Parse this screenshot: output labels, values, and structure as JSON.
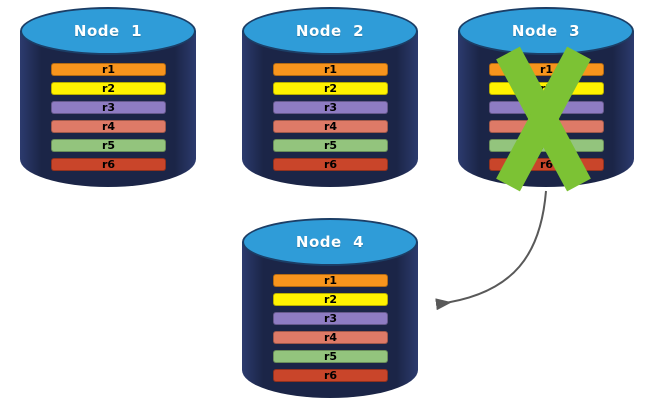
{
  "colors": {
    "background": "#FFFFFF",
    "cylinder_body": "#1B2547",
    "cylinder_body_edge": "#2C3B6E",
    "cylinder_top_fill": "#2F9CD8",
    "cylinder_top_border": "#1C3E66",
    "node_label_text": "#FFFFFF",
    "row_label_text": "#000000",
    "fail_x": "#7CC234",
    "arrow": "#595959"
  },
  "nodes": [
    {
      "id": "node-1",
      "label": "Node  1",
      "failed": false,
      "rows": [
        {
          "label": "r1",
          "color": "#F7941D"
        },
        {
          "label": "r2",
          "color": "#FFF200"
        },
        {
          "label": "r3",
          "color": "#8E7CC3"
        },
        {
          "label": "r4",
          "color": "#DE7A67"
        },
        {
          "label": "r5",
          "color": "#93C47D"
        },
        {
          "label": "r6",
          "color": "#C9452A"
        }
      ]
    },
    {
      "id": "node-2",
      "label": "Node  2",
      "failed": false,
      "rows": [
        {
          "label": "r1",
          "color": "#F7941D"
        },
        {
          "label": "r2",
          "color": "#FFF200"
        },
        {
          "label": "r3",
          "color": "#8E7CC3"
        },
        {
          "label": "r4",
          "color": "#DE7A67"
        },
        {
          "label": "r5",
          "color": "#93C47D"
        },
        {
          "label": "r6",
          "color": "#C9452A"
        }
      ]
    },
    {
      "id": "node-3",
      "label": "Node  3",
      "failed": true,
      "rows": [
        {
          "label": "r1",
          "color": "#F7941D"
        },
        {
          "label": "r2",
          "color": "#FFF200"
        },
        {
          "label": "r3",
          "color": "#8E7CC3"
        },
        {
          "label": "r4",
          "color": "#DE7A67"
        },
        {
          "label": "r5",
          "color": "#93C47D"
        },
        {
          "label": "r6",
          "color": "#C9452A"
        }
      ]
    },
    {
      "id": "node-4",
      "label": "Node  4",
      "failed": false,
      "rows": [
        {
          "label": "r1",
          "color": "#F7941D"
        },
        {
          "label": "r2",
          "color": "#FFF200"
        },
        {
          "label": "r3",
          "color": "#8E7CC3"
        },
        {
          "label": "r4",
          "color": "#DE7A67"
        },
        {
          "label": "r5",
          "color": "#93C47D"
        },
        {
          "label": "r6",
          "color": "#C9452A"
        }
      ]
    }
  ],
  "arrow": {
    "from": "node-3",
    "to": "node-4"
  }
}
